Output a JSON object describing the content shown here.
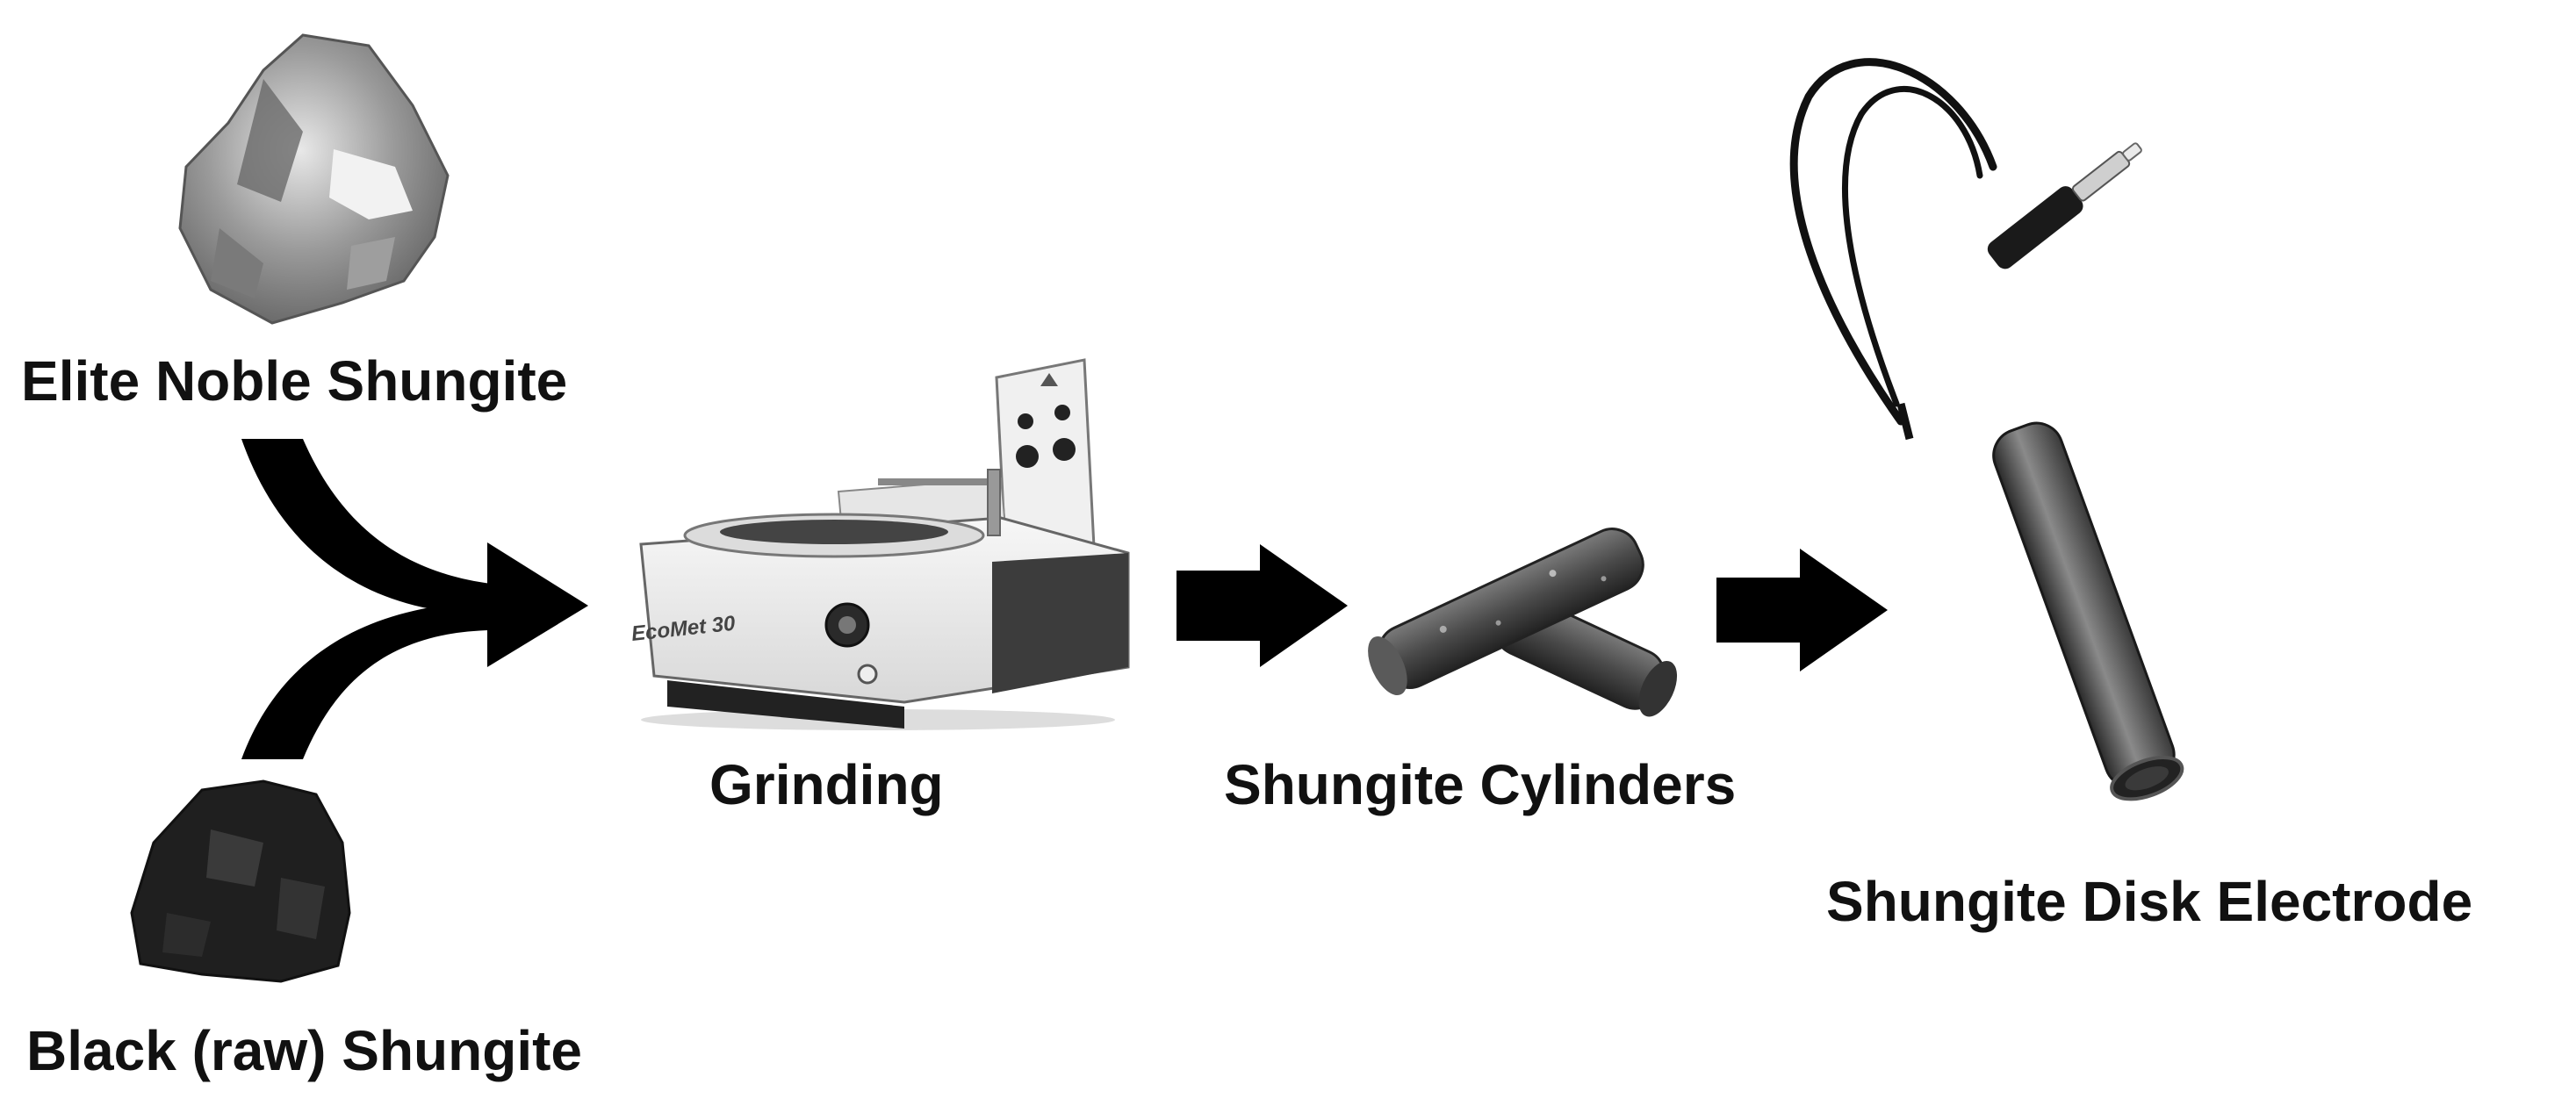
{
  "labels": {
    "elite": "Elite Noble Shungite",
    "black": "Black (raw) Shungite",
    "grinding": "Grinding",
    "cylinders": "Shungite Cylinders",
    "electrode": "Shungite Disk Electrode"
  },
  "machine": {
    "brand_text": "EcoMet 30"
  },
  "icons": {
    "elite_rock": "elite-shungite-rock-image",
    "black_rock": "black-shungite-rock-image",
    "grinder": "grinding-machine-image",
    "cylinders": "shungite-cylinders-image",
    "electrode": "disk-electrode-image",
    "merge_arrow": "merge-arrow-icon",
    "arrow": "right-arrow-icon"
  },
  "colors": {
    "arrow": "#000000",
    "text": "#111111",
    "background": "#ffffff"
  }
}
